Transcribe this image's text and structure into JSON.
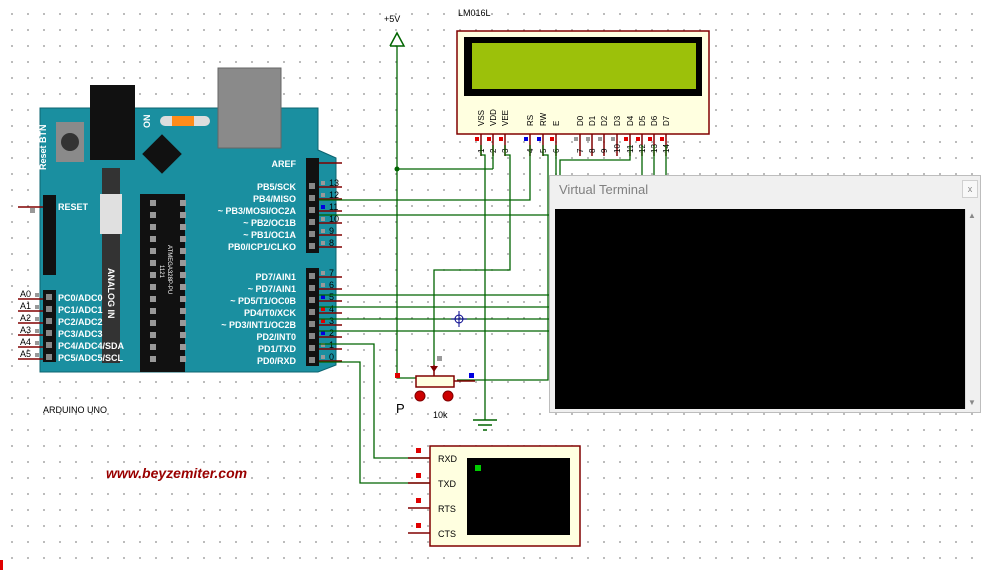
{
  "arduino": {
    "title": "ARDUINO UNO",
    "reset_btn": "Reset BTN",
    "on": "ON",
    "analog_in": "ANALOG IN",
    "reset": "RESET",
    "aref": "AREF",
    "chip": "ATMEGA328P-PU",
    "chip_code": "1121",
    "digital_pins": [
      {
        "label": "PB5/SCK",
        "num": "13"
      },
      {
        "label": "PB4/MISO",
        "num": "12"
      },
      {
        "label": "~ PB3/MOSI/OC2A",
        "num": "11"
      },
      {
        "label": "~ PB2/OC1B",
        "num": "10"
      },
      {
        "label": "~ PB1/OC1A",
        "num": "9"
      },
      {
        "label": "PB0/ICP1/CLKO",
        "num": "8"
      },
      {
        "label": "PD7/AIN1",
        "num": "7"
      },
      {
        "label": "~ PD7/AIN1",
        "num": "6"
      },
      {
        "label": "~ PD5/T1/OC0B",
        "num": "5"
      },
      {
        "label": "PD4/T0/XCK",
        "num": "4"
      },
      {
        "label": "~ PD3/INT1/OC2B",
        "num": "3"
      },
      {
        "label": "PD2/INT0",
        "num": "2"
      },
      {
        "label": "PD1/TXD",
        "num": "1"
      },
      {
        "label": "PD0/RXD",
        "num": "0"
      }
    ],
    "analog_pins": [
      {
        "label": "PC0/ADC0",
        "num": "A0"
      },
      {
        "label": "PC1/ADC1",
        "num": "A1"
      },
      {
        "label": "PC2/ADC2",
        "num": "A2"
      },
      {
        "label": "PC3/ADC3",
        "num": "A3"
      },
      {
        "label": "PC4/ADC4/SDA",
        "num": "A4"
      },
      {
        "label": "PC5/ADC5/SCL",
        "num": "A5"
      }
    ]
  },
  "lcd": {
    "title": "LM016L",
    "pins": [
      {
        "label": "VSS",
        "num": "1"
      },
      {
        "label": "VDD",
        "num": "2"
      },
      {
        "label": "VEE",
        "num": "3"
      },
      {
        "label": "RS",
        "num": "4"
      },
      {
        "label": "RW",
        "num": "5"
      },
      {
        "label": "E",
        "num": "6"
      },
      {
        "label": "D0",
        "num": "7"
      },
      {
        "label": "D1",
        "num": "8"
      },
      {
        "label": "D2",
        "num": "9"
      },
      {
        "label": "D3",
        "num": "10"
      },
      {
        "label": "D4",
        "num": "11"
      },
      {
        "label": "D5",
        "num": "12"
      },
      {
        "label": "D6",
        "num": "13"
      },
      {
        "label": "D7",
        "num": "14"
      }
    ]
  },
  "power": {
    "label": "+5V"
  },
  "pot": {
    "ref": "P",
    "value": "10k"
  },
  "terminal": {
    "pins": [
      "RXD",
      "TXD",
      "RTS",
      "CTS"
    ]
  },
  "virtual_terminal": {
    "title": "Virtual Terminal",
    "close": "x"
  },
  "website": "www.beyzemiter.com",
  "colors": {
    "arduino_board": "#1a8fa0",
    "lcd_screen": "#9cc10a",
    "lcd_body": "#ffffe0",
    "wire": "#006400",
    "pin_red": "#e00000",
    "pin_blue": "#0000e0",
    "frame": "#800000",
    "website": "#990000"
  }
}
